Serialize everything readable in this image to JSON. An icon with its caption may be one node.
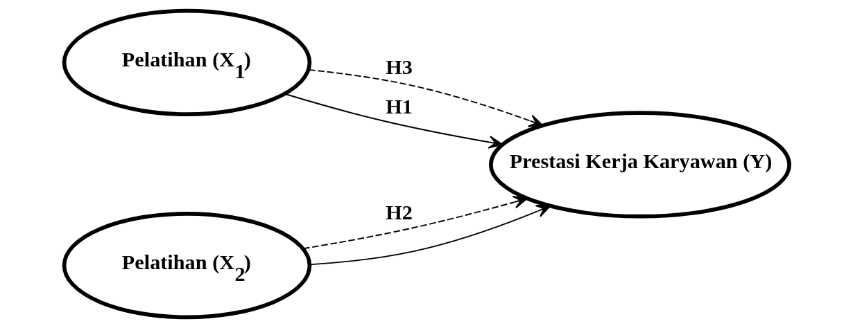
{
  "diagram": {
    "nodes": [
      {
        "text": [
          "Pelatihan (X$_{1}$)"
        ]
      },
      {
        "text": [
          "Pelatihan (X$_{2}$)"
        ]
      },
      {
        "text": [
          "Prestasi Kerja Karyawan (Y)"
        ]
      }
    ],
    "edges": [
      {
        "from": 0,
        "to": 2,
        "arrow": "to",
        "style": "dashed",
        "label": "H3"
      },
      {
        "from": 1,
        "to": 2,
        "arrow": "to",
        "style": "dashed",
        "label": "H2"
      },
      {
        "from": 0,
        "to": 2,
        "arrow": "to",
        "label": "H1"
      },
      {
        "from": 1,
        "to": 2,
        "arrow": "to"
      }
    ]
  }
}
